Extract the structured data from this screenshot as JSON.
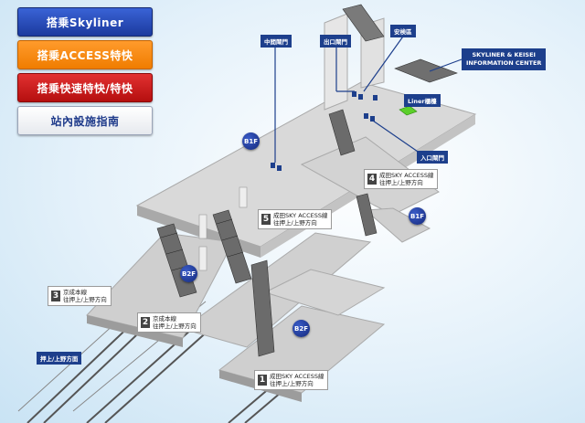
{
  "menu": {
    "skyliner": "搭乗Skyliner",
    "access": "搭乗ACCESS特快",
    "rapid": "搭乗快速特快/特快",
    "guide": "站內設施指南"
  },
  "tags": {
    "middle_gate": "中間閘門",
    "exit_gate": "出口閘門",
    "security": "安検區",
    "entrance_gate": "入口閘門",
    "oshiage_direction": "押上/上野方面"
  },
  "counter": {
    "label": "Liner櫃檯"
  },
  "info_center": {
    "line1": "SKYLINER & KEISEI",
    "line2": "INFORMATION CENTER"
  },
  "floors": {
    "b1f_top": "B1F",
    "b1f_right": "B1F",
    "b2f_left": "B2F",
    "b2f_bottom": "B2F"
  },
  "platforms": [
    {
      "num": "4",
      "line1": "成田SKY ACCESS線",
      "line2": "往押上/上野方向"
    },
    {
      "num": "5",
      "line1": "成田SKY ACCESS線",
      "line2": "往押上/上野方向"
    },
    {
      "num": "3",
      "line1": "京成本線",
      "line2": "往押上/上野方向"
    },
    {
      "num": "2",
      "line1": "京成本線",
      "line2": "往押上/上野方向"
    },
    {
      "num": "1",
      "line1": "成田SKY ACCESS線",
      "line2": "往押上/上野方向"
    }
  ],
  "colors": {
    "navy": "#1d3f8c",
    "green": "#5ccf2a",
    "orange": "#f07d00",
    "red": "#b50f0f"
  }
}
